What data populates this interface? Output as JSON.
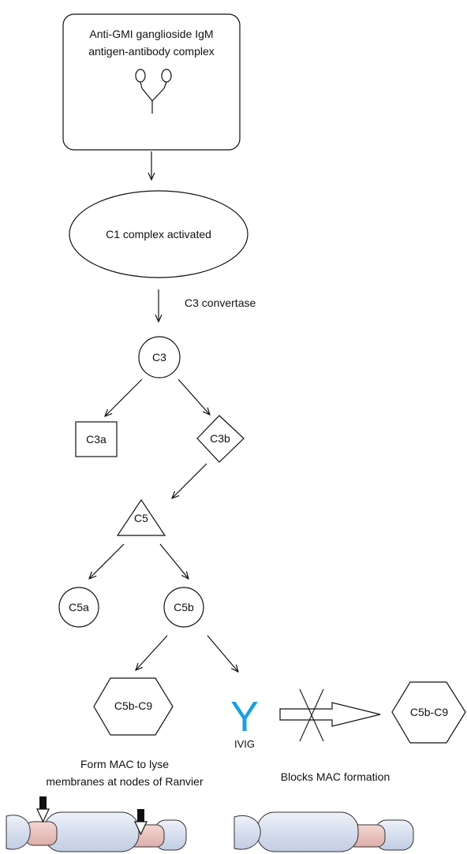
{
  "antigen_box": {
    "line1": "Anti-GMI ganglioside IgM",
    "line2": "antigen-antibody complex"
  },
  "c1_node": {
    "label": "C1 complex activated"
  },
  "c3_convertase_label": "C3 convertase",
  "nodes": {
    "c3": "C3",
    "c3a": "C3a",
    "c3b": "C3b",
    "c5": "C5",
    "c5a": "C5a",
    "c5b": "C5b",
    "mac_left": "C5b-C9",
    "mac_right": "C5b-C9"
  },
  "ivig": {
    "symbol": "Y",
    "label": "IVIG"
  },
  "captions": {
    "left_line1": "Form MAC to lyse",
    "left_line2": "membranes at nodes of Ranvier",
    "right": "Blocks MAC formation"
  },
  "colors": {
    "ivig_blue": "#1a9fe0",
    "myelin_fill": "#dfe6f2",
    "node_fill": "#ebc6c3",
    "stroke": "#111111"
  }
}
